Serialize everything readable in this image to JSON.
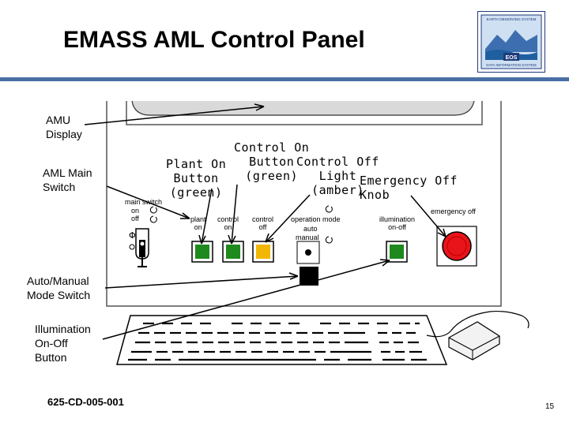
{
  "title": "EMASS AML Control Panel",
  "logo": {
    "center_text": "EOS",
    "top_text": "EARTH OBSERVING SYSTEM",
    "bottom_text": "DATA INFORMATION SYSTEM"
  },
  "callouts": {
    "amu_display": [
      "AMU",
      "Display"
    ],
    "aml_main_switch": [
      "AML Main",
      "Switch"
    ],
    "auto_manual_mode_switch": [
      "Auto/Manual",
      "Mode Switch"
    ],
    "illumination_onoff_button": [
      "Illumination",
      "On-Off",
      "Button"
    ]
  },
  "top_labels": {
    "plant_on_button": [
      "Plant On",
      "Button",
      "(green)"
    ],
    "control_on_button": [
      "Control On",
      "Button",
      "(green)"
    ],
    "control_off_light": [
      "Control Off",
      "Light",
      "(amber)"
    ],
    "emergency_off_knob": [
      "Emergency Off",
      "Knob"
    ]
  },
  "panel_labels": {
    "main_switch": "main switch",
    "on": "on",
    "off": "off",
    "plant_on": [
      "plant",
      "on"
    ],
    "control_on": [
      "control",
      "on"
    ],
    "control_off": [
      "control",
      "off"
    ],
    "operation_mode": "operation mode",
    "auto": "auto",
    "manual": "manual",
    "illumination": [
      "illumination",
      "on-off"
    ],
    "emergency_off": "emergency off"
  },
  "colors": {
    "green": "#1e8a1e",
    "amber": "#f2b705",
    "red": "#e8141a",
    "rule": "#4a6fa5"
  },
  "footer": {
    "doc_number": "625-CD-005-001",
    "page_number": "15"
  }
}
